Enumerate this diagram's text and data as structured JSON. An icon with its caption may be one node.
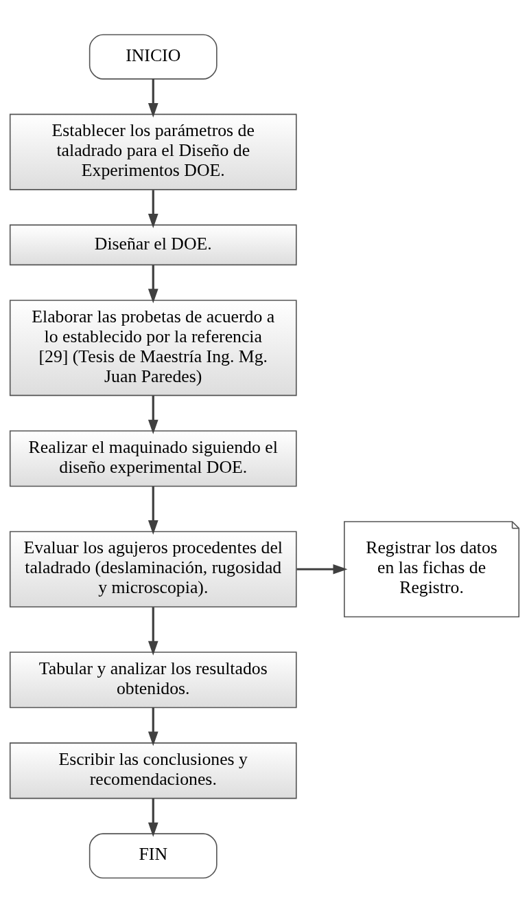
{
  "diagram": {
    "nodes": [
      {
        "text": [
          "INICIO"
        ]
      },
      {
        "text": [
          "Establecer los parámetros de taladrado para el Diseño de Experimentos DOE."
        ]
      },
      {
        "text": [
          "Diseñar el DOE."
        ]
      },
      {
        "text": [
          "Elaborar las probetas de acuerdo a lo establecido por la referencia [29] (Tesis de Maestría Ing. Mg. Juan Paredes)"
        ]
      },
      {
        "text": [
          "Realizar el maquinado siguiendo el diseño experimental DOE."
        ]
      },
      {
        "text": [
          "Evaluar los agujeros procedentes del taladrado (deslaminación, rugosidad y microscopia)."
        ]
      },
      {
        "text": [
          "Registrar los datos en las fichas de Registro."
        ]
      },
      {
        "text": [
          "Tabular y analizar los resultados obtenidos."
        ]
      },
      {
        "text": [
          "Escribir las conclusiones y recomendaciones."
        ]
      },
      {
        "text": [
          "FIN"
        ]
      }
    ],
    "edges": [
      {
        "from": 0,
        "to": 1,
        "arrow": "to"
      },
      {
        "from": 1,
        "to": 2,
        "arrow": "to"
      },
      {
        "from": 2,
        "to": 3,
        "arrow": "to"
      },
      {
        "from": 3,
        "to": 4,
        "arrow": "to"
      },
      {
        "from": 4,
        "to": 5,
        "arrow": "to"
      },
      {
        "from": 5,
        "to": 6,
        "arrow": "to"
      },
      {
        "from": 5,
        "to": 7,
        "arrow": "to"
      },
      {
        "from": 7,
        "to": 8,
        "arrow": "to"
      },
      {
        "from": 8,
        "to": 9,
        "arrow": "to"
      }
    ]
  }
}
